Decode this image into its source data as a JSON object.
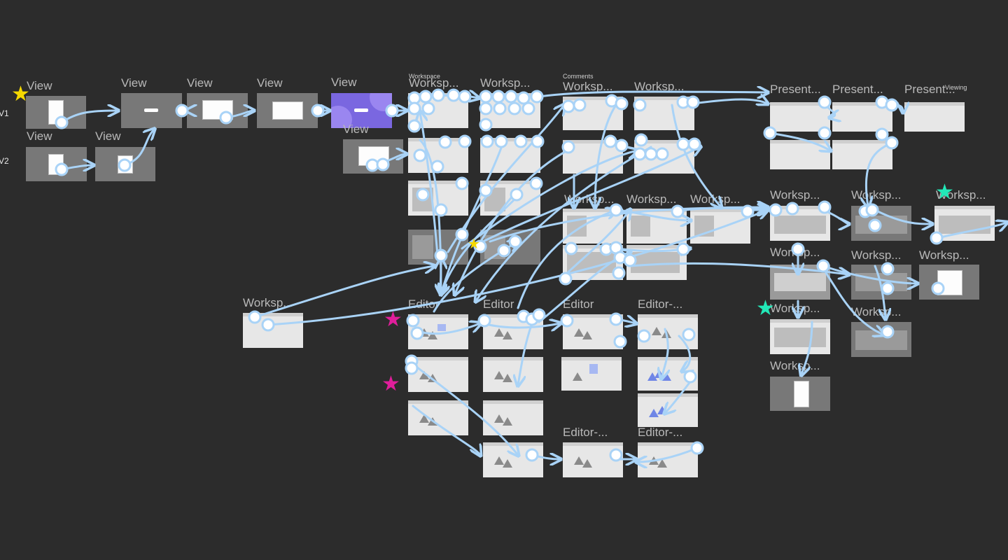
{
  "colors": {
    "canvas": "#2c2c2c",
    "frame": "#e7e7e7",
    "frame_dark": "#787878",
    "connector": "#a9d3f7",
    "highlight_frame": "#7a67e0",
    "star_yellow": "#f5d800",
    "star_magenta": "#e01e9b",
    "star_teal": "#22e8b8"
  },
  "row_labels": {
    "v1": "V1",
    "v2": "V2"
  },
  "small_labels": {
    "workspace": "Workspace",
    "comments": "Comments",
    "viewing": "Viewing"
  },
  "frame_titles": {
    "view": "View",
    "workspace": "Worksp...",
    "editor": "Editor-...",
    "editor_short": "Editor",
    "present": "Present..."
  },
  "icons": {
    "star": "star-icon",
    "connector_handle": "connector-handle-icon",
    "arrowhead": "arrowhead-icon"
  }
}
